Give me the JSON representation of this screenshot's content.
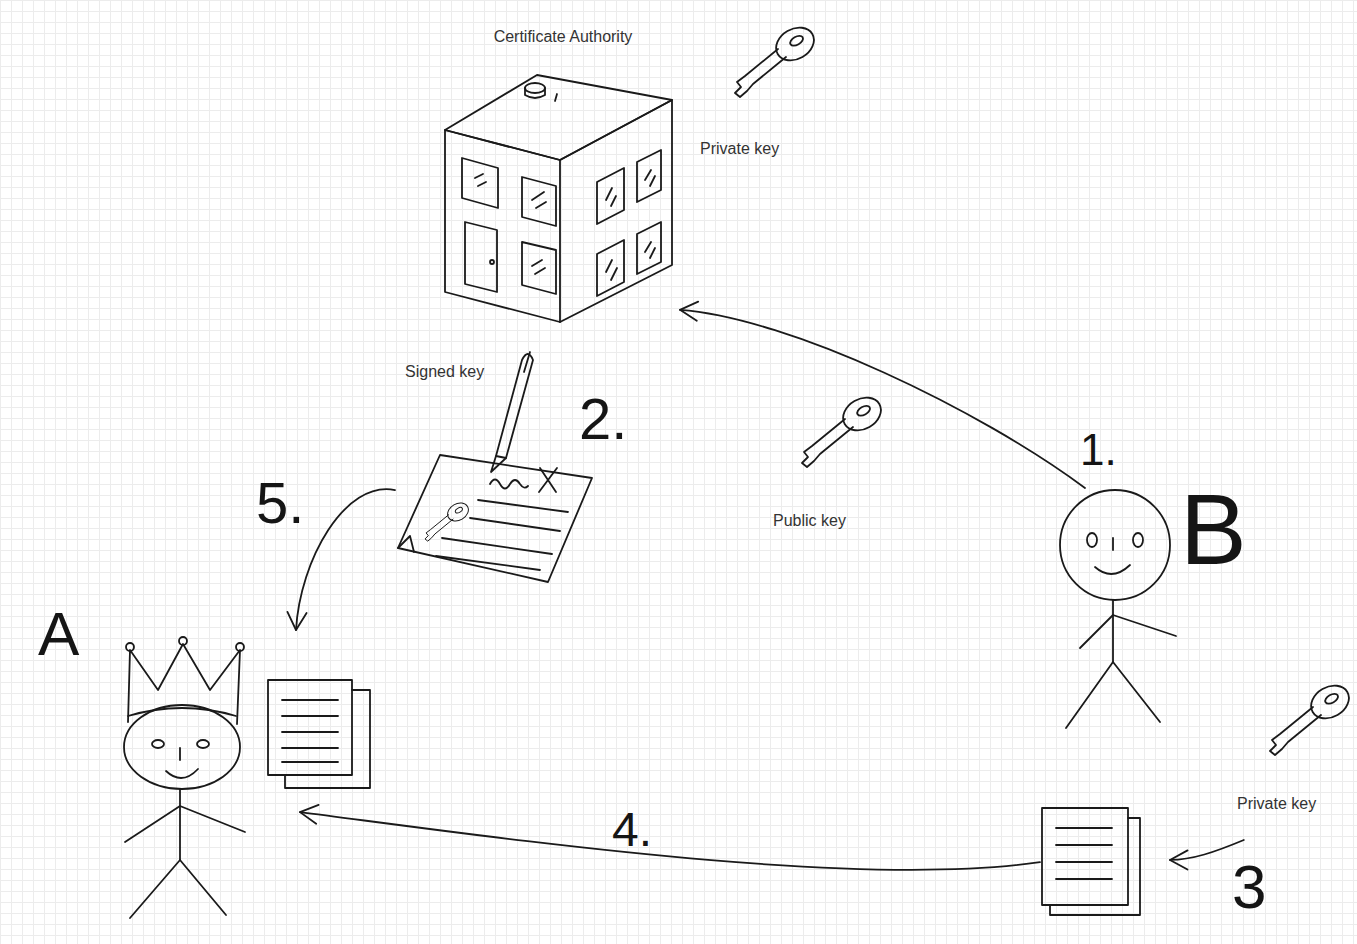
{
  "diagram": {
    "nodes": [
      {
        "text": [
          "Certificate Authority"
        ]
      },
      {
        "text": [
          "Signed key"
        ]
      },
      {
        "text": [
          "B"
        ]
      },
      {
        "text": [
          "A"
        ]
      },
      {
        "text": [
          "Private key"
        ]
      }
    ],
    "edges": [
      {
        "from": 2,
        "to": 0,
        "arrow": "to",
        "label": "1."
      },
      {
        "from": 4,
        "to": 2,
        "arrow": "to",
        "label": "3"
      },
      {
        "from": 2,
        "to": 3,
        "arrow": "to",
        "label": "4."
      },
      {
        "from": 1,
        "to": 3,
        "arrow": "to",
        "label": "5."
      }
    ],
    "labels": [
      "Private key",
      "2.",
      "Public key"
    ]
  }
}
